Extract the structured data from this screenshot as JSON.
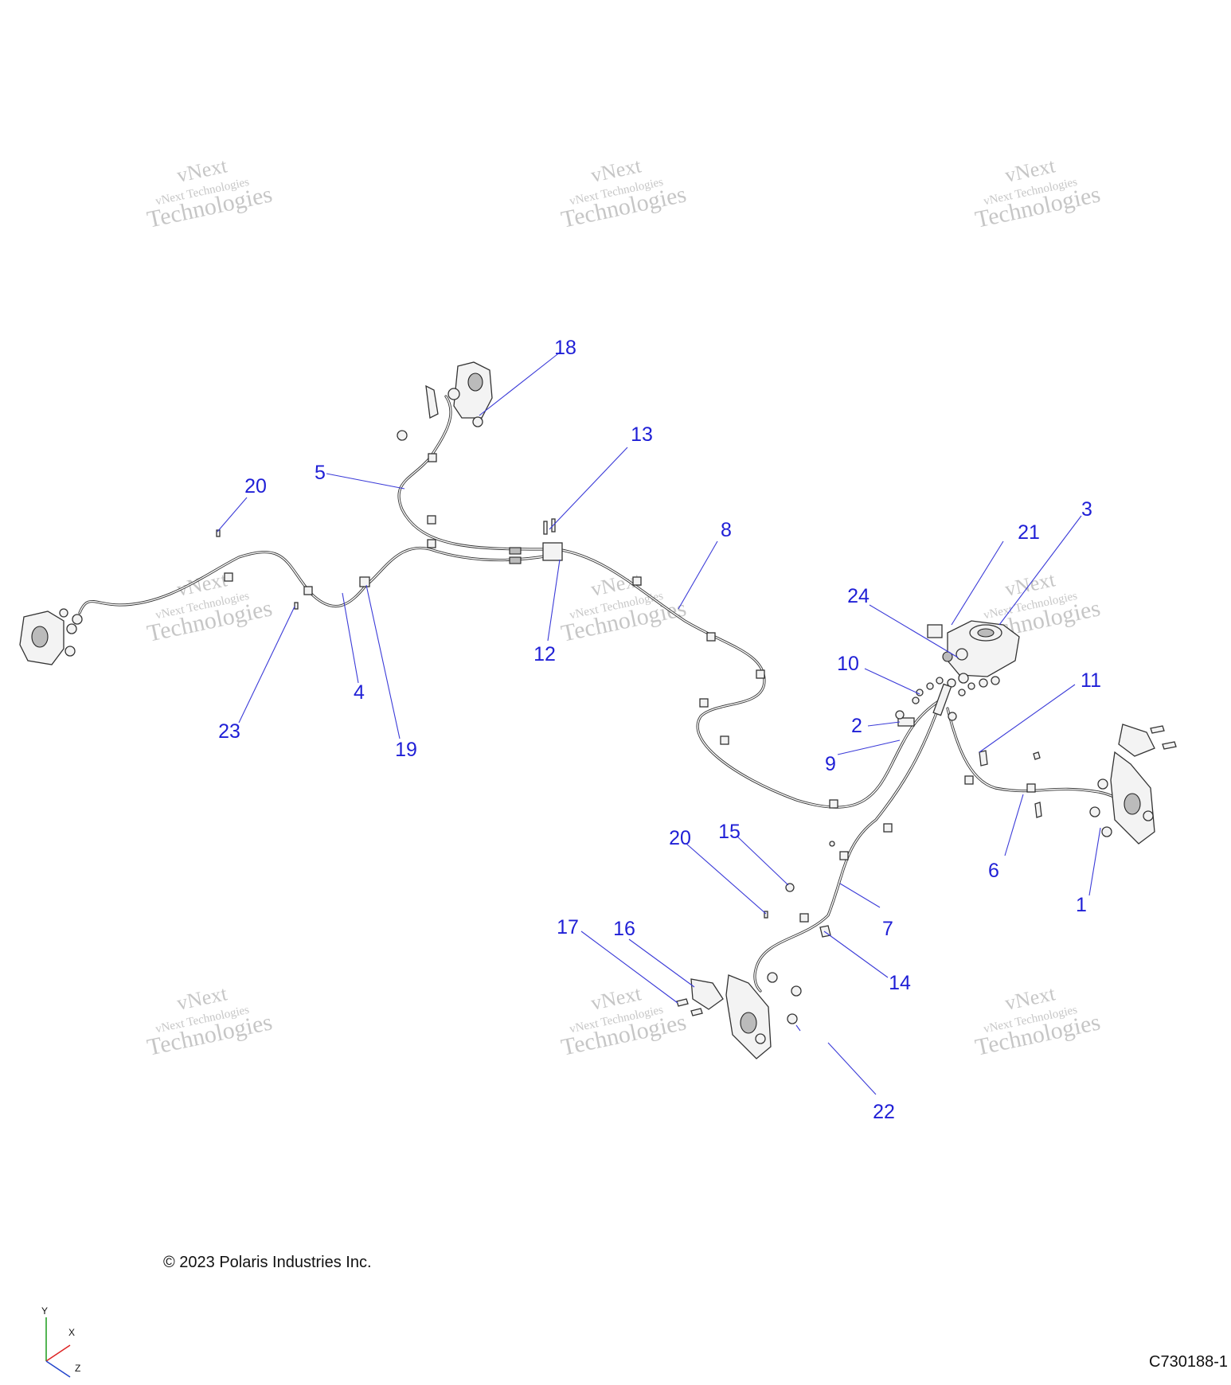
{
  "watermark": {
    "line1": "vNext",
    "line2": "vNext Technologies",
    "line3": "Technologies"
  },
  "callouts": [
    "1",
    "2",
    "3",
    "4",
    "5",
    "6",
    "7",
    "8",
    "9",
    "10",
    "11",
    "12",
    "13",
    "14",
    "15",
    "16",
    "17",
    "18",
    "19",
    "20",
    "20",
    "21",
    "22",
    "23",
    "24"
  ],
  "copyright": "© 2023 Polaris Industries Inc.",
  "doc_id": "C730188-1",
  "axes": {
    "y": "Y",
    "x": "X",
    "z": "Z"
  },
  "colors": {
    "callout": "#1f1fd6",
    "leader": "#3b3bd8",
    "line": "#333333"
  }
}
